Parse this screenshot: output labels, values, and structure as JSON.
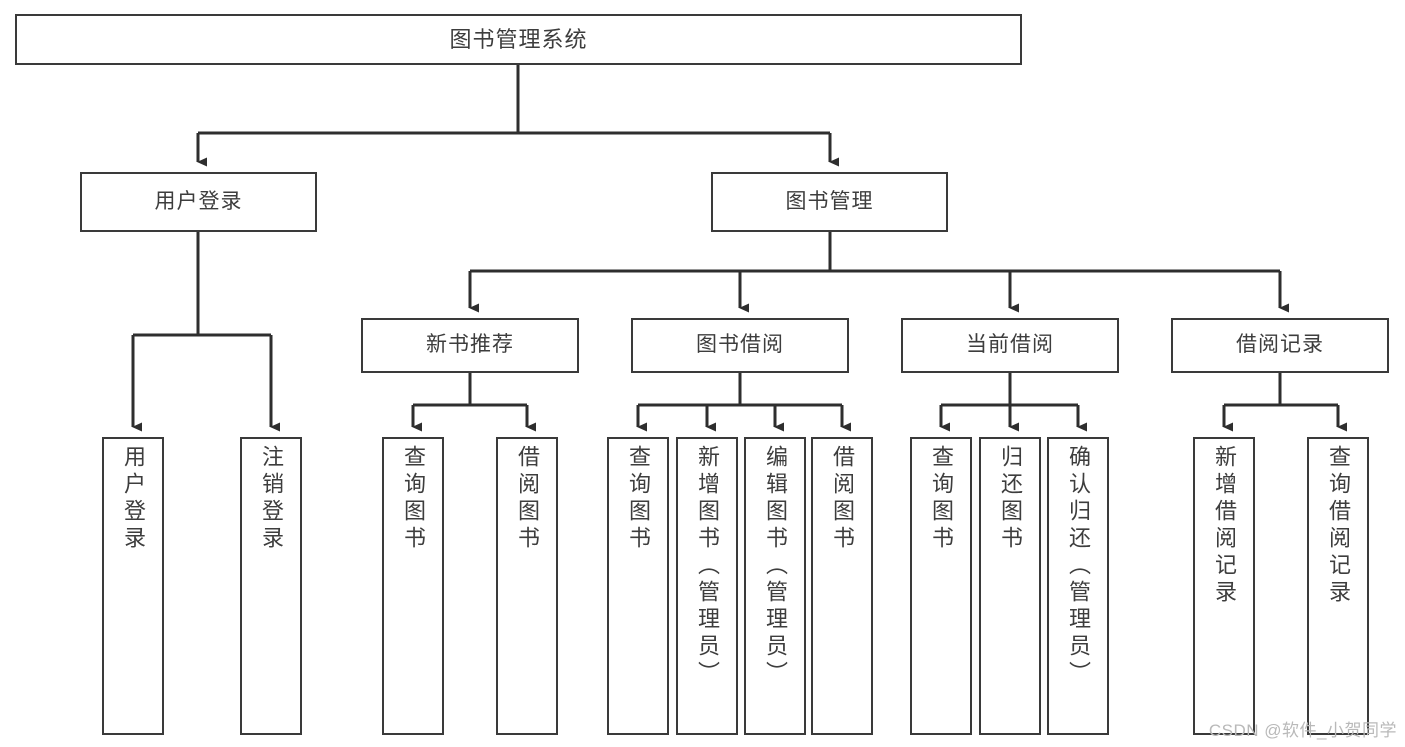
{
  "diagram": {
    "title": "图书管理系统",
    "type": "hierarchy-tree",
    "watermark": "CSDN @软件_小贺同学",
    "colors": {
      "stroke": "#3a3a3a",
      "text": "#3d3d3d",
      "background": "#ffffff",
      "watermark": "#b9b9b9"
    },
    "root": {
      "label": "图书管理系统"
    },
    "level1": [
      {
        "label": "用户登录"
      },
      {
        "label": "图书管理"
      }
    ],
    "level2": [
      {
        "label": "新书推荐"
      },
      {
        "label": "图书借阅"
      },
      {
        "label": "当前借阅"
      },
      {
        "label": "借阅记录"
      }
    ],
    "leaves": {
      "user_login": [
        {
          "label": "用户登录"
        },
        {
          "label": "注销登录"
        }
      ],
      "new_book_recommend": [
        {
          "label": "查询图书"
        },
        {
          "label": "借阅图书"
        }
      ],
      "book_borrow": [
        {
          "label": "查询图书"
        },
        {
          "label": "新增图书（管理员）"
        },
        {
          "label": "编辑图书（管理员）"
        },
        {
          "label": "借阅图书"
        }
      ],
      "current_borrow": [
        {
          "label": "查询图书"
        },
        {
          "label": "归还图书"
        },
        {
          "label": "确认归还（管理员）"
        }
      ],
      "borrow_record": [
        {
          "label": "新增借阅记录"
        },
        {
          "label": "查询借阅记录"
        }
      ]
    }
  }
}
